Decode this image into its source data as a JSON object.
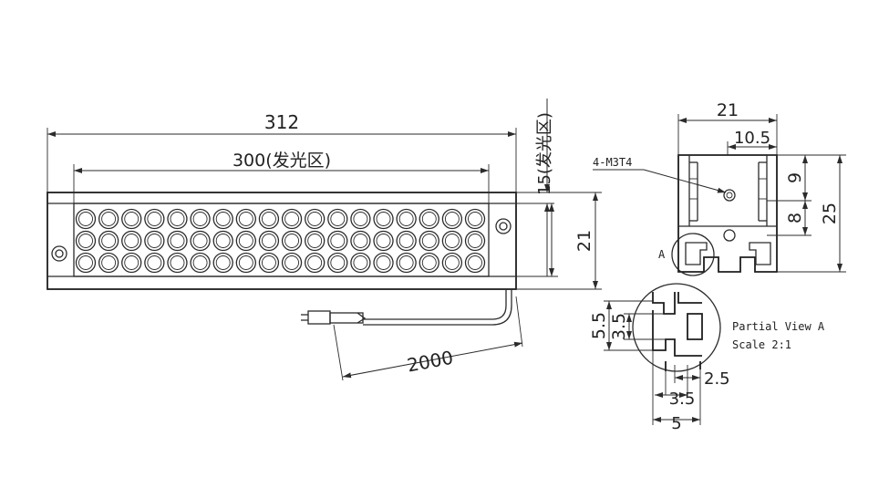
{
  "drawing": {
    "front_view": {
      "overall_length": "312",
      "emitting_length": "300(发光区)",
      "emitting_width": "15(发光区)",
      "height": "21",
      "cable_length": "2000",
      "led_rows": 3,
      "led_columns": 18
    },
    "side_view": {
      "width": "21",
      "slot_offset": "10.5",
      "height": "25",
      "upper_pitch": "9",
      "lower_pitch": "8",
      "thread_callout": "4-M3T4",
      "view_marker": "A"
    },
    "detail_view": {
      "title": "Partial View A",
      "scale": "Scale 2:1",
      "outer_height": "5.5",
      "inner_height": "3.5",
      "slot_width": "2.5",
      "inner_width": "3.5",
      "outer_width": "5"
    }
  },
  "colors": {
    "line": "#2b2b2b",
    "background": "#ffffff"
  }
}
